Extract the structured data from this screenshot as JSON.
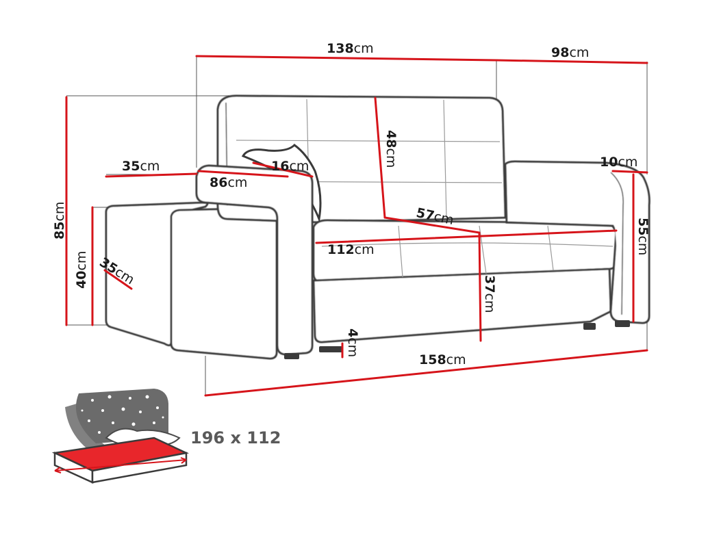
{
  "diagram": {
    "unit": "cm",
    "dimensions": {
      "total_length": "138",
      "total_depth": "98",
      "total_height": "85",
      "pouf_width": "35",
      "pouf_height": "40",
      "pouf_depth": "35",
      "armrest_width": "16",
      "armrest_depth": "86",
      "back_height": "48",
      "seat_depth": "57",
      "seat_width": "112",
      "seat_height": "37",
      "leg_height": "4",
      "opened_length": "158",
      "arm_thickness": "10",
      "arm_height": "55"
    },
    "bed_size": "196 x 112"
  },
  "colors": {
    "dimension_line": "#d6141a",
    "outline": "#3a3a3a",
    "bed_fill": "#e8262b",
    "night_sky": "#6b6b6b"
  }
}
